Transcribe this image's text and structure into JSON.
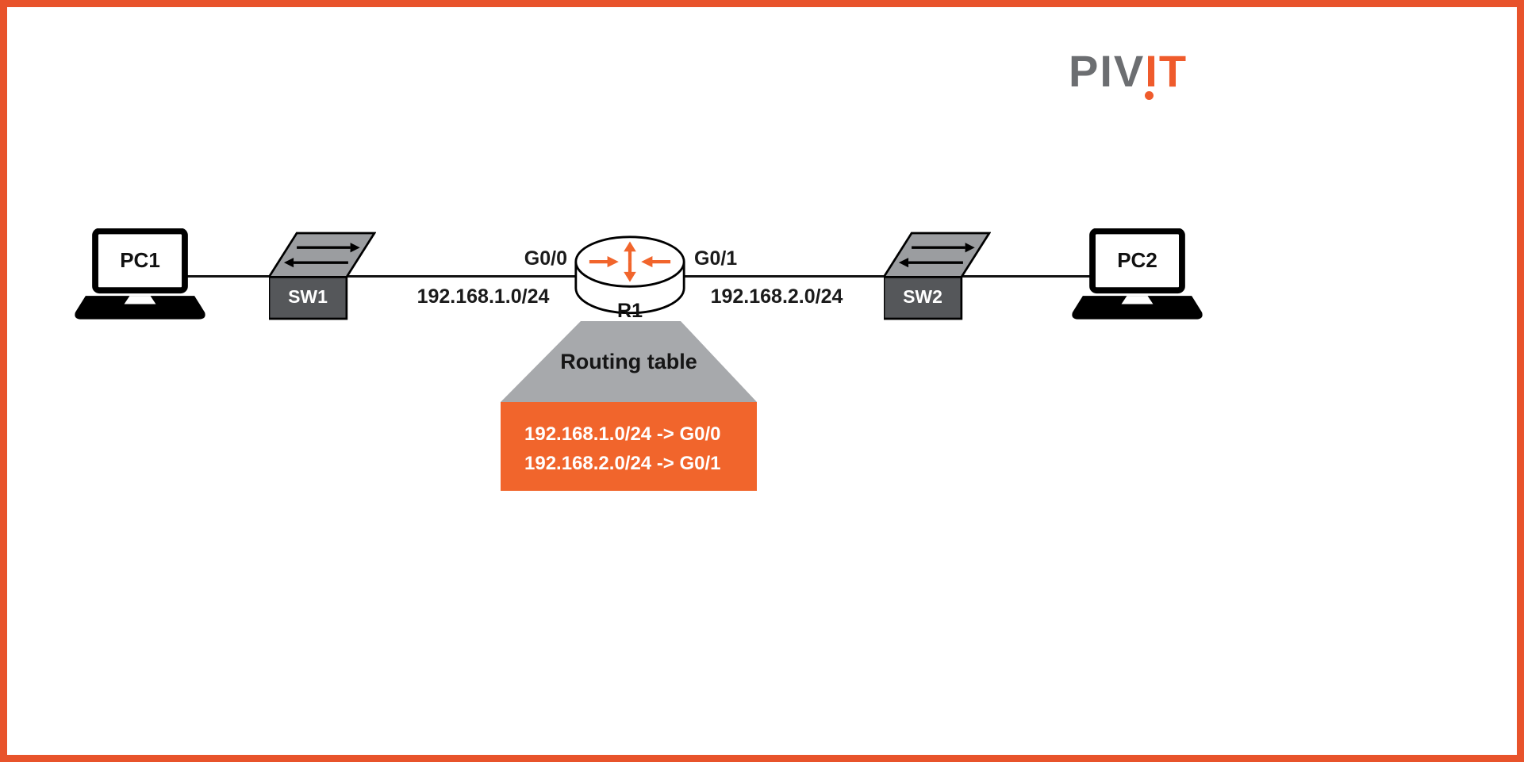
{
  "page": {
    "background": "#ffffff",
    "border_color": "#e8532b"
  },
  "logo": {
    "gray_text": "PIV",
    "orange_text": "IT",
    "gray_color": "#6c6e71",
    "orange_color": "#ef5b2c"
  },
  "devices": {
    "pc1": {
      "label": "PC1"
    },
    "sw1": {
      "label": "SW1"
    },
    "r1": {
      "label": "R1",
      "left_interface": "G0/0",
      "right_interface": "G0/1"
    },
    "sw2": {
      "label": "SW2"
    },
    "pc2": {
      "label": "PC2"
    }
  },
  "links": {
    "left_subnet": "192.168.1.0/24",
    "right_subnet": "192.168.2.0/24"
  },
  "routing_table": {
    "title": "Routing table",
    "entries": [
      "192.168.1.0/24 -> G0/0",
      "192.168.2.0/24 -> G0/1"
    ],
    "funnel_color": "#a7a9ac",
    "box_color": "#f1652c"
  }
}
